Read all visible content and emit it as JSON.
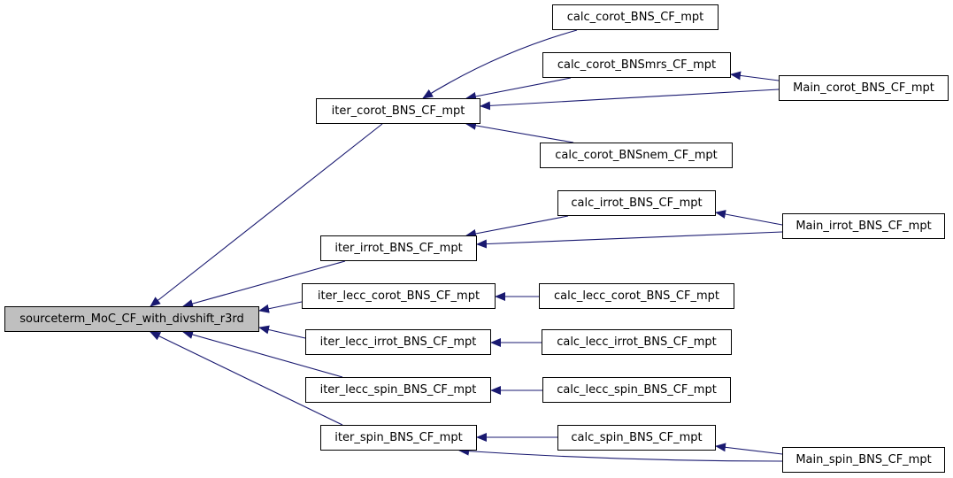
{
  "colors": {
    "edge": "#191970",
    "node_border": "#000000",
    "node_fill": "#ffffff",
    "root_fill": "#bfbfbf"
  },
  "nodes": {
    "root": "sourceterm_MoC_CF_with_divshift_r3rd",
    "iter_corot": "iter_corot_BNS_CF_mpt",
    "iter_irrot": "iter_irrot_BNS_CF_mpt",
    "iter_lecc_corot": "iter_lecc_corot_BNS_CF_mpt",
    "iter_lecc_irrot": "iter_lecc_irrot_BNS_CF_mpt",
    "iter_lecc_spin": "iter_lecc_spin_BNS_CF_mpt",
    "iter_spin": "iter_spin_BNS_CF_mpt",
    "calc_corot": "calc_corot_BNS_CF_mpt",
    "calc_corot_mrs": "calc_corot_BNSmrs_CF_mpt",
    "calc_corot_nem": "calc_corot_BNSnem_CF_mpt",
    "main_corot": "Main_corot_BNS_CF_mpt",
    "calc_irrot": "calc_irrot_BNS_CF_mpt",
    "main_irrot": "Main_irrot_BNS_CF_mpt",
    "calc_lecc_corot": "calc_lecc_corot_BNS_CF_mpt",
    "calc_lecc_irrot": "calc_lecc_irrot_BNS_CF_mpt",
    "calc_lecc_spin": "calc_lecc_spin_BNS_CF_mpt",
    "calc_spin": "calc_spin_BNS_CF_mpt",
    "main_spin": "Main_spin_BNS_CF_mpt"
  },
  "edges": [
    {
      "from": "iter_corot",
      "to": "root"
    },
    {
      "from": "iter_irrot",
      "to": "root"
    },
    {
      "from": "iter_lecc_corot",
      "to": "root"
    },
    {
      "from": "iter_lecc_irrot",
      "to": "root"
    },
    {
      "from": "iter_lecc_spin",
      "to": "root"
    },
    {
      "from": "iter_spin",
      "to": "root"
    },
    {
      "from": "calc_corot",
      "to": "iter_corot"
    },
    {
      "from": "calc_corot_mrs",
      "to": "iter_corot"
    },
    {
      "from": "main_corot",
      "to": "iter_corot"
    },
    {
      "from": "calc_corot_nem",
      "to": "iter_corot"
    },
    {
      "from": "main_corot",
      "to": "calc_corot_mrs"
    },
    {
      "from": "calc_irrot",
      "to": "iter_irrot"
    },
    {
      "from": "main_irrot",
      "to": "iter_irrot"
    },
    {
      "from": "main_irrot",
      "to": "calc_irrot"
    },
    {
      "from": "calc_lecc_corot",
      "to": "iter_lecc_corot"
    },
    {
      "from": "calc_lecc_irrot",
      "to": "iter_lecc_irrot"
    },
    {
      "from": "calc_lecc_spin",
      "to": "iter_lecc_spin"
    },
    {
      "from": "calc_spin",
      "to": "iter_spin"
    },
    {
      "from": "main_spin",
      "to": "iter_spin"
    },
    {
      "from": "main_spin",
      "to": "calc_spin"
    }
  ]
}
